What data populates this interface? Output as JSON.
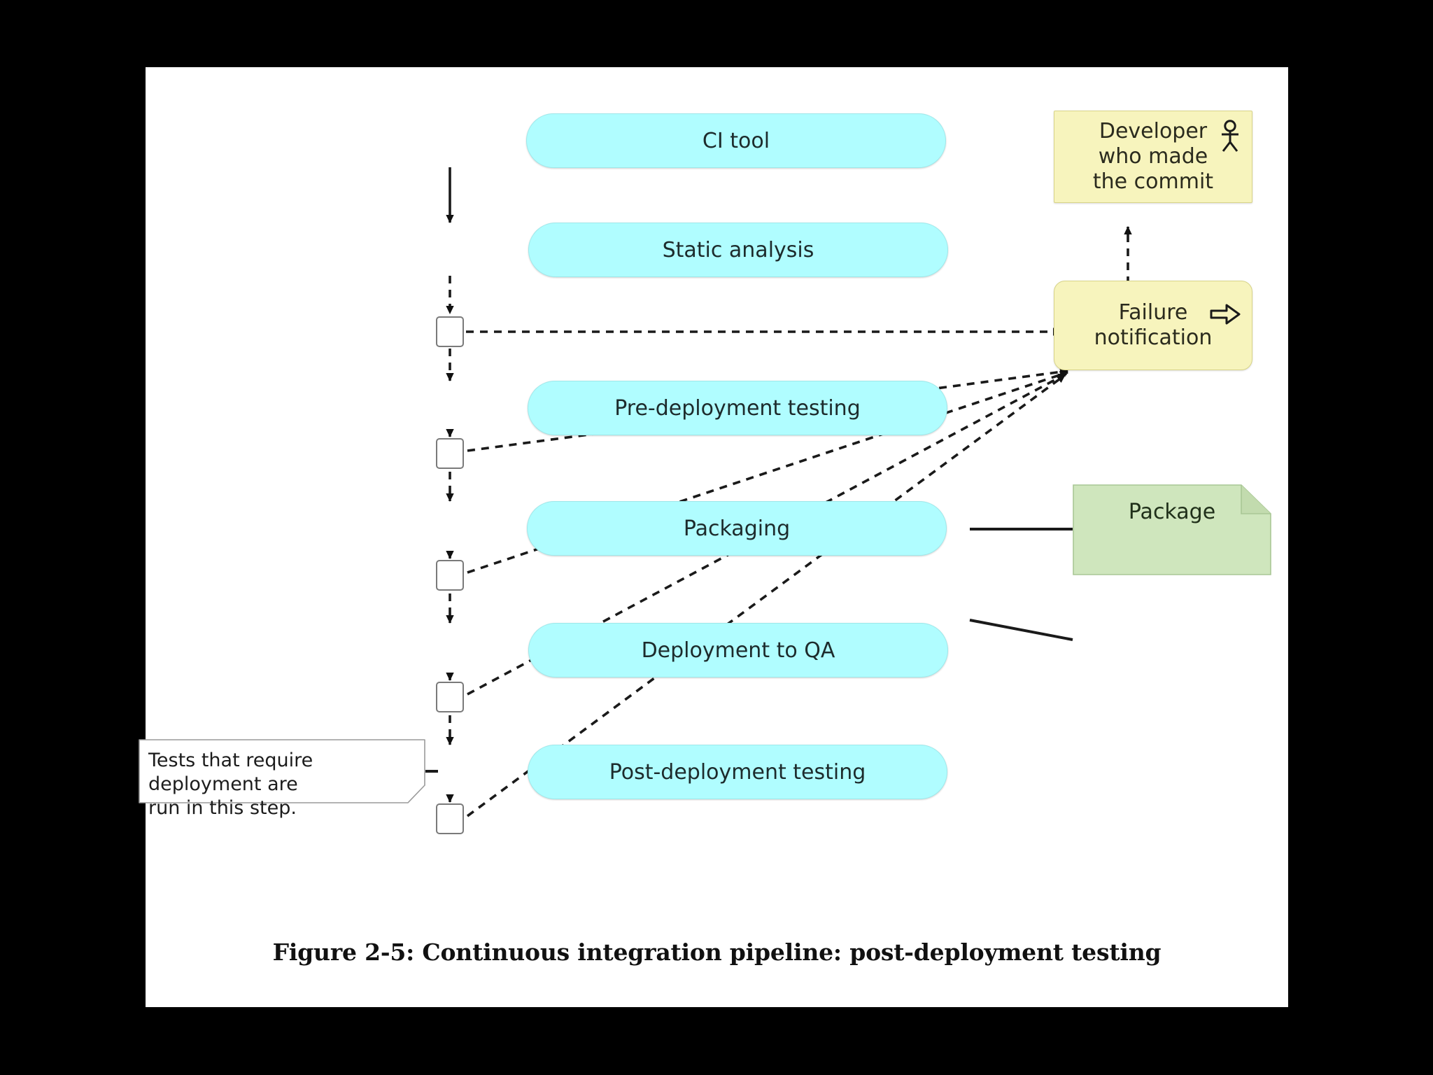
{
  "figure": {
    "caption": "Figure 2-5: Continuous integration pipeline: post-deployment testing",
    "colors": {
      "activity_fill": "#b0fdff",
      "activity_border": "#9ee8ea",
      "note_fill": "#f7f4bd",
      "note_border": "#d8d489",
      "artifact_fill": "#cfe6bd",
      "artifact_border": "#a9c795",
      "page_background": "#ffffff",
      "slide_background": "#000000",
      "connector": "#1a1a1a"
    }
  },
  "pipeline": {
    "stages": [
      {
        "id": "ci-tool",
        "label": "CI tool"
      },
      {
        "id": "static-analysis",
        "label": "Static analysis"
      },
      {
        "id": "pre-deployment-testing",
        "label": "Pre-deployment testing"
      },
      {
        "id": "packaging",
        "label": "Packaging"
      },
      {
        "id": "deployment-to-qa",
        "label": "Deployment to QA"
      },
      {
        "id": "post-deployment-testing",
        "label": "Post-deployment testing"
      }
    ],
    "checkpoints": [
      {
        "id": "checkpoint-after-static-analysis"
      },
      {
        "id": "checkpoint-after-pre-deployment-testing"
      },
      {
        "id": "checkpoint-after-packaging"
      },
      {
        "id": "checkpoint-after-deployment-to-qa"
      },
      {
        "id": "checkpoint-after-post-deployment-testing"
      }
    ]
  },
  "notes": {
    "developer": {
      "line1": "Developer",
      "line2": "who made",
      "line3": "the commit",
      "icon": "actor-stick-figure-icon"
    },
    "failure": {
      "line1": "Failure",
      "line2": "notification",
      "icon": "send-signal-arrow-icon"
    },
    "comment": {
      "line1": "Tests that require deployment are",
      "line2": "run in this step."
    }
  },
  "artifacts": {
    "package": {
      "label": "Package"
    }
  },
  "connections": [
    {
      "from": "ci-tool",
      "to": "static-analysis",
      "style": "solid-arrow"
    },
    {
      "from": "static-analysis",
      "to": "checkpoint-after-static-analysis",
      "style": "dashed-arrow"
    },
    {
      "from": "checkpoint-after-static-analysis",
      "to": "failure-notification",
      "style": "dashed-arrow"
    },
    {
      "from": "checkpoint-after-static-analysis",
      "to": "pre-deployment-testing",
      "style": "dashed-arrow"
    },
    {
      "from": "pre-deployment-testing",
      "to": "checkpoint-after-pre-deployment-testing",
      "style": "dashed-arrow"
    },
    {
      "from": "checkpoint-after-pre-deployment-testing",
      "to": "failure-notification",
      "style": "dashed-arrow"
    },
    {
      "from": "checkpoint-after-pre-deployment-testing",
      "to": "packaging",
      "style": "dashed-arrow"
    },
    {
      "from": "packaging",
      "to": "checkpoint-after-packaging",
      "style": "dashed-arrow"
    },
    {
      "from": "checkpoint-after-packaging",
      "to": "failure-notification",
      "style": "dashed-arrow"
    },
    {
      "from": "checkpoint-after-packaging",
      "to": "deployment-to-qa",
      "style": "dashed-arrow"
    },
    {
      "from": "deployment-to-qa",
      "to": "checkpoint-after-deployment-to-qa",
      "style": "dashed-arrow"
    },
    {
      "from": "checkpoint-after-deployment-to-qa",
      "to": "failure-notification",
      "style": "dashed-arrow"
    },
    {
      "from": "checkpoint-after-deployment-to-qa",
      "to": "post-deployment-testing",
      "style": "dashed-arrow"
    },
    {
      "from": "post-deployment-testing",
      "to": "checkpoint-after-post-deployment-testing",
      "style": "dashed-arrow"
    },
    {
      "from": "checkpoint-after-post-deployment-testing",
      "to": "failure-notification",
      "style": "dashed-arrow"
    },
    {
      "from": "failure-notification",
      "to": "developer-note",
      "style": "dashed-arrow"
    },
    {
      "from": "packaging",
      "to": "package-artifact",
      "style": "solid-line"
    },
    {
      "from": "package-artifact",
      "to": "deployment-to-qa",
      "style": "solid-line"
    },
    {
      "from": "comment-note",
      "to": "post-deployment-testing",
      "style": "solid-line"
    }
  ]
}
